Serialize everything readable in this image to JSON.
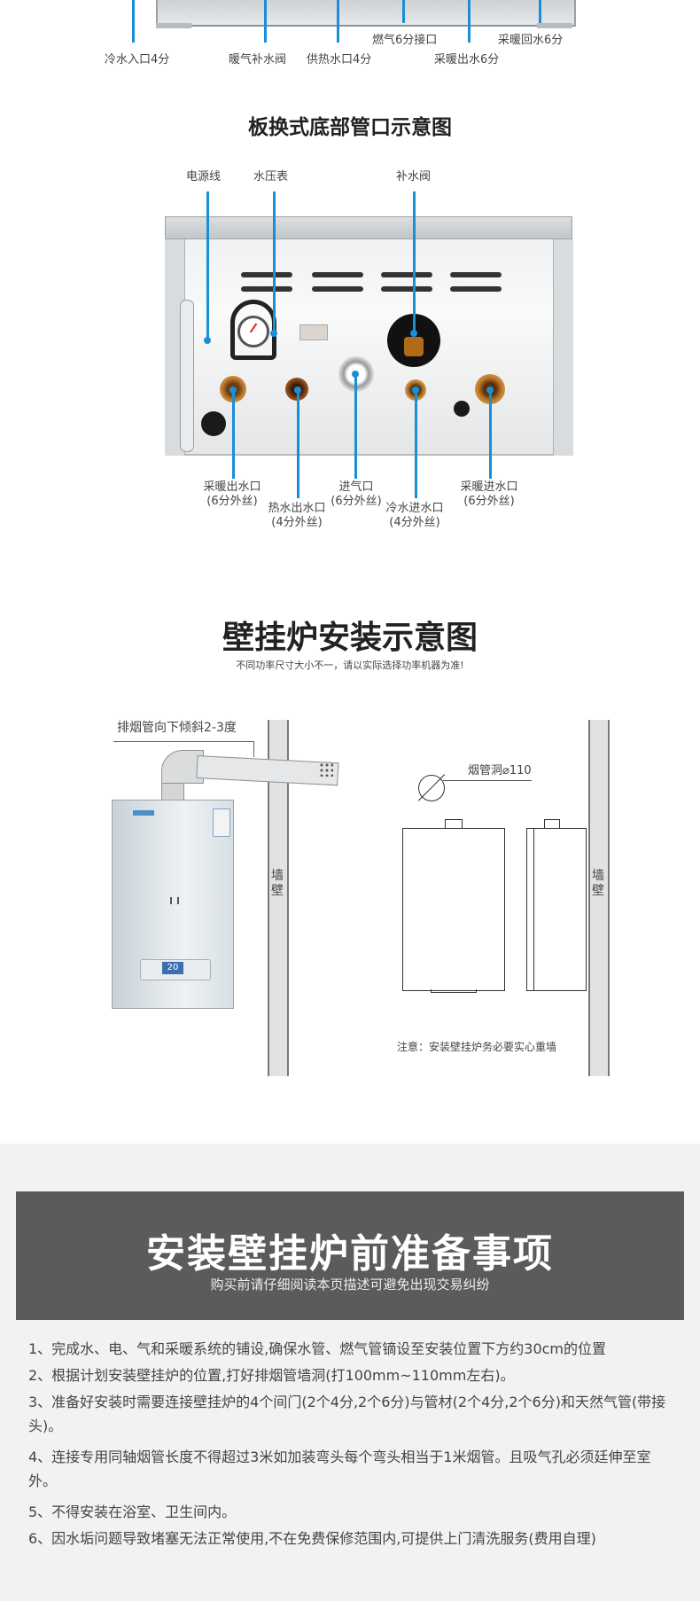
{
  "top_section": {
    "labels": [
      "冷水入口4分",
      "暖气补水阀",
      "供热水口4分",
      "燃气6分接口",
      "采暖出水6分",
      "采暖回水6分"
    ]
  },
  "plate_section": {
    "title": "板换式底部管口示意图",
    "top_labels": [
      "电源线",
      "水压表",
      "补水阀"
    ],
    "bottom_labels": [
      {
        "name": "采暖出水口",
        "spec": "(6分外丝)"
      },
      {
        "name": "热水出水口",
        "spec": "(4分外丝)"
      },
      {
        "name": "进气口",
        "spec": "(6分外丝)"
      },
      {
        "name": "冷水进水口",
        "spec": "(4分外丝)"
      },
      {
        "name": "采暖进水口",
        "spec": "(6分外丝)"
      }
    ]
  },
  "install_section": {
    "title": "壁挂炉安装示意图",
    "subtitle": "不同功率尺寸大小不一，请以实际选择功率机器为准!",
    "flue_note": "排烟管向下倾斜2-3度",
    "wall_label_1": "墙壁",
    "wall_label_2": "墙壁",
    "flue_hole": "烟管洞⌀110",
    "note": "注意：安装壁挂炉务必要实心重墙",
    "display_value": "20"
  },
  "prep_section": {
    "title": "安装壁挂炉前准备事项",
    "subtitle": "购买前请仔细阅读本页描述可避免出现交易纠纷",
    "items": [
      "1、完成水、电、气和采暖系统的铺设,确保水管、燃气管镝设至安装位置下方约30cm的位置",
      "2、根据计划安装壁挂炉的位置,打好排烟管墙洞(打100mm~110mm左右)。",
      "3、准备好安装时需要连接壁挂炉的4个间门(2个4分,2个6分)与管材(2个4分,2个6分)和天然气管(带接头)。",
      "4、连接专用同轴烟管长度不得超过3米如加装弯头每个弯头相当于1米烟管。且吸气孔必须廷伸至室外。",
      "5、不得安装在浴室、卫生间内。",
      "6、因水垢问题导致堵塞无法正常使用,不在免费保修范围内,可提供上门清洗服务(费用自理)"
    ]
  },
  "colors": {
    "accent": "#1a8fd6",
    "banner": "#5b5b5b",
    "grey_bg": "#f2f2f2"
  }
}
